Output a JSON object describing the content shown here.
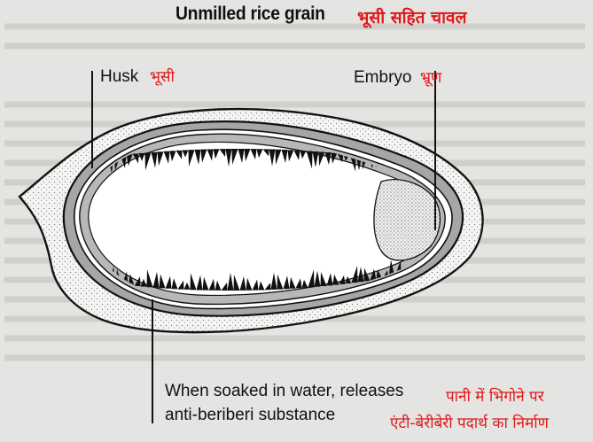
{
  "title": "Unmilled rice grain",
  "title_hindi": "भूसी सहित चावल",
  "labels": {
    "husk": "Husk",
    "husk_hindi": "भूसी",
    "embryo": "Embryo",
    "embryo_hindi": "भ्रूण"
  },
  "caption": {
    "line1": "When soaked in water, releases",
    "line2": "anti-beriberi substance",
    "hindi_line1": "पानी में भिगोने पर",
    "hindi_line2": "एंटी-बेरीबेरी पदार्थ का निर्माण"
  },
  "colors": {
    "background": "#e4e4e2",
    "annotation": "#e01818",
    "outline": "#111111",
    "bran_layer": "#a6a6a6"
  }
}
